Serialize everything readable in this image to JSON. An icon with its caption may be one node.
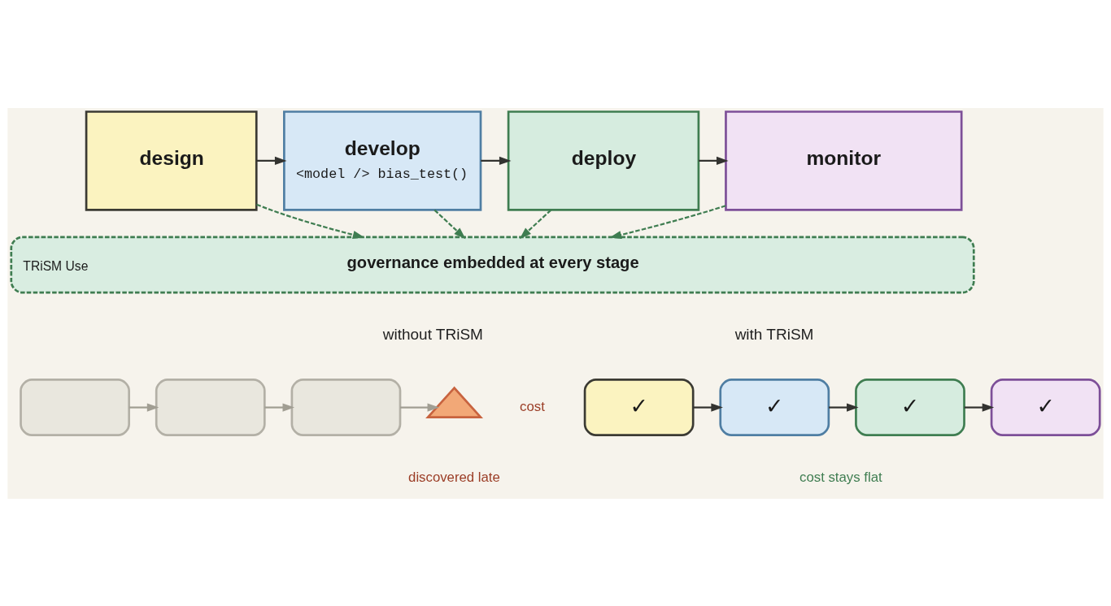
{
  "diagram": {
    "nodes": [
      {
        "text": [
          "design"
        ]
      },
      {
        "text": [
          "develop",
          "<model /> bias_test()"
        ]
      },
      {
        "text": [
          "deploy"
        ]
      },
      {
        "text": [
          "monitor"
        ]
      },
      {
        "text": [
          "TRiSM Use",
          "governance embedded at every stage"
        ]
      },
      {
        "text": [],
        "shape": "box"
      },
      {
        "text": [],
        "shape": "box"
      },
      {
        "text": [],
        "shape": "box"
      },
      {
        "text": [],
        "shape": "picture"
      },
      {
        "text": [
          "✓"
        ]
      },
      {
        "text": [
          "✓"
        ]
      },
      {
        "text": [
          "✓"
        ]
      },
      {
        "text": [
          "✓"
        ]
      }
    ],
    "edges": [
      {
        "from": 0,
        "to": 1,
        "arrow": "to"
      },
      {
        "from": 1,
        "to": 2,
        "arrow": "to"
      },
      {
        "from": 2,
        "to": 3,
        "arrow": "to"
      },
      {
        "from": 0,
        "to": 4,
        "arrow": "to",
        "style": "dashed",
        "color": "#3f7d51"
      },
      {
        "from": 1,
        "to": 4,
        "arrow": "to",
        "style": "dashed",
        "color": "#3f7d51"
      },
      {
        "from": 2,
        "to": 4,
        "arrow": "to",
        "style": "dashed",
        "color": "#3f7d51"
      },
      {
        "from": 3,
        "to": 4,
        "arrow": "to",
        "style": "dashed",
        "color": "#3f7d51"
      },
      {
        "from": 5,
        "to": 6,
        "arrow": "to",
        "color": "#a19e93"
      },
      {
        "from": 6,
        "to": 7,
        "arrow": "to",
        "color": "#a19e93"
      },
      {
        "from": 7,
        "to": 8,
        "arrow": "to",
        "color": "#a19e93"
      },
      {
        "from": 9,
        "to": 10,
        "arrow": "to"
      },
      {
        "from": 10,
        "to": 11,
        "arrow": "to"
      },
      {
        "from": 11,
        "to": 12,
        "arrow": "to"
      }
    ],
    "labels": [
      "without TRiSM",
      "with TRiSM",
      "cost",
      "discovered late",
      "cost stays flat"
    ]
  }
}
